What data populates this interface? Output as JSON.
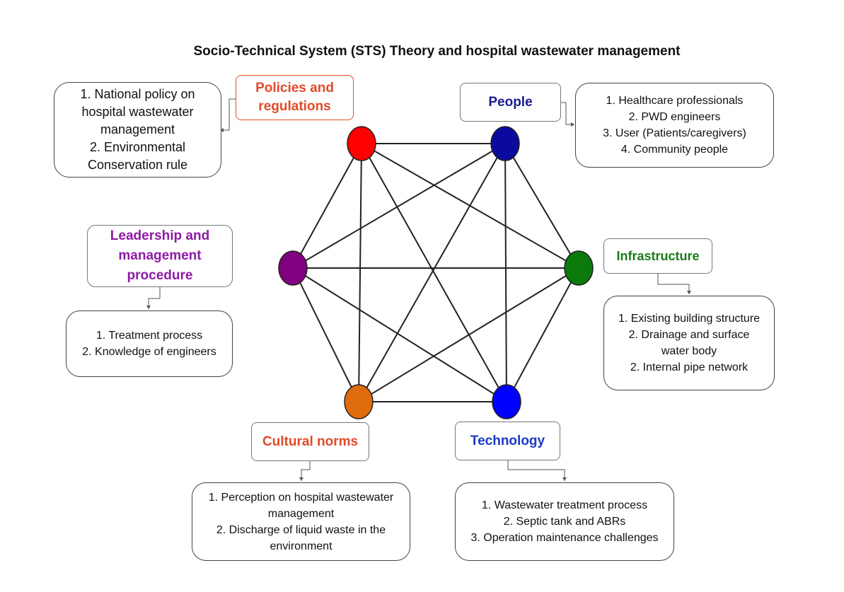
{
  "title": "Socio-Technical System (STS) Theory and hospital wastewater management",
  "colors": {
    "policies": "#e04a2a",
    "people": "#1a1a8c",
    "infrastructure": "#1a7a1a",
    "leadership": "#8e1aa6",
    "cultural": "#e04a2a",
    "technology": "#1a3ac8"
  },
  "nodes": [
    {
      "id": "policies",
      "color": "#ff0000"
    },
    {
      "id": "people",
      "color": "#0a0a9e"
    },
    {
      "id": "infrastructure",
      "color": "#0a7a0a"
    },
    {
      "id": "technology",
      "color": "#0000ff"
    },
    {
      "id": "cultural",
      "color": "#e06c0c"
    },
    {
      "id": "leadership",
      "color": "#800080"
    }
  ],
  "policies": {
    "label_line1": "Policies and",
    "label_line2": "regulations",
    "items": [
      "1. National policy on",
      "hospital wastewater",
      "management",
      "2. Environmental",
      "Conservation rule"
    ]
  },
  "people": {
    "label": "People",
    "items": [
      "1. Healthcare professionals",
      "2. PWD engineers",
      "3. User (Patients/caregivers)",
      "4. Community people"
    ]
  },
  "infrastructure": {
    "label": "Infrastructure",
    "items": [
      "1. Existing building structure",
      "2. Drainage and surface",
      "water body",
      "2. Internal pipe network"
    ]
  },
  "leadership": {
    "label_line1": "Leadership and",
    "label_line2": "management",
    "label_line3": "procedure",
    "items": [
      "1. Treatment process",
      "2. Knowledge of engineers"
    ]
  },
  "cultural": {
    "label": "Cultural norms",
    "items": [
      "1. Perception on hospital wastewater",
      "management",
      "2. Discharge of liquid waste in the",
      "environment"
    ]
  },
  "technology": {
    "label": "Technology",
    "items": [
      "1. Wastewater treatment process",
      "2. Septic tank and ABRs",
      "3. Operation maintenance challenges"
    ]
  }
}
